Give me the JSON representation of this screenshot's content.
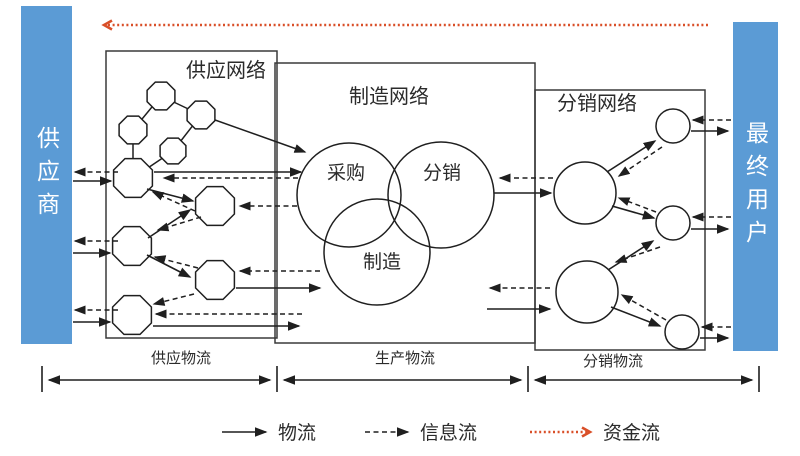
{
  "bars": {
    "supplier": "供应商",
    "end_user": "最终用户"
  },
  "networks": {
    "supply": "供应网络",
    "manufacturing": "制造网络",
    "distribution": "分销网络"
  },
  "venn": {
    "procurement": "采购",
    "distribution": "分销",
    "manufacturing": "制造"
  },
  "logistics": {
    "supply": "供应物流",
    "production": "生产物流",
    "distribution": "分销物流"
  },
  "legend": {
    "material_flow": "物流",
    "information_flow": "信息流",
    "capital_flow": "资金流"
  },
  "colors": {
    "bar_blue": "#5B9BD5",
    "capital_red": "#D94F28",
    "line_black": "#1F1F1F"
  }
}
